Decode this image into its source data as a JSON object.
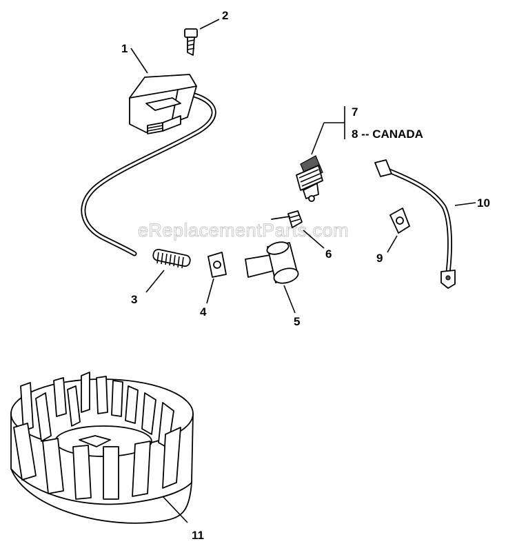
{
  "diagram": {
    "watermark": "eReplacementParts.com",
    "callouts": {
      "c1": "1",
      "c2": "2",
      "c3": "3",
      "c4": "4",
      "c5": "5",
      "c6": "6",
      "c7": "7",
      "c8": "8 -- CANADA",
      "c9": "9",
      "c10": "10",
      "c11": "11"
    }
  }
}
